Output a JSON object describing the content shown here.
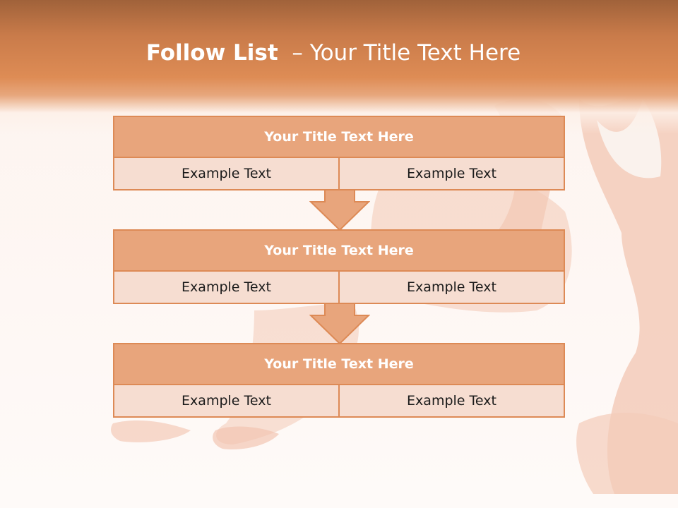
{
  "slide": {
    "title_bold": "Follow List",
    "title_rest": "– Your Title Text Here"
  },
  "steps": [
    {
      "title": "Your Title Text Here",
      "left": "Example Text",
      "right": "Example Text"
    },
    {
      "title": "Your Title Text Here",
      "left": "Example Text",
      "right": "Example Text"
    },
    {
      "title": "Your Title Text Here",
      "left": "Example Text",
      "right": "Example Text"
    }
  ],
  "colors": {
    "accent": "#de8c55",
    "header_fill": "#e8a57c",
    "cell_fill": "#f6ddd1",
    "border": "#dd8a56"
  }
}
